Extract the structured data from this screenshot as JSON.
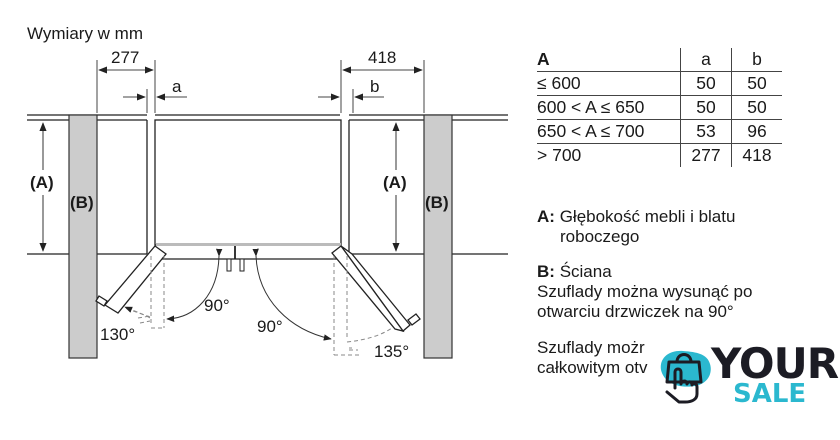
{
  "title": "Wymiary w mm",
  "diagram": {
    "dim_left_total": "277",
    "dim_left_gap": "a",
    "dim_right_total": "418",
    "dim_right_gap": "b",
    "depth_label_left": "(A)",
    "depth_label_right": "(A)",
    "wall_label_left": "(B)",
    "wall_label_right": "(B)",
    "angle_left_inner": "90°",
    "angle_left_outer": "130°",
    "angle_right_inner": "90°",
    "angle_right_outer": "135°",
    "colors": {
      "line": "#222222",
      "wall_fill": "#cccccc",
      "dashed": "#888888"
    }
  },
  "table": {
    "headers": [
      "A",
      "a",
      "b"
    ],
    "rows": [
      {
        "A": "≤ 600",
        "a": "50",
        "b": "50"
      },
      {
        "A": "600 < A ≤ 650",
        "a": "50",
        "b": "50"
      },
      {
        "A": "650 < A ≤ 700",
        "a": "53",
        "b": "96"
      },
      {
        "A": "> 700",
        "a": "277",
        "b": "418"
      }
    ]
  },
  "legend": {
    "A_key": "A:",
    "A_text_line1": "Głębokość mebli i blatu",
    "A_text_line2": "roboczego",
    "B_key": "B:",
    "B_text": "Ściana",
    "note1_line1": "Szuflady można wysunąć po",
    "note1_line2": "otwarciu drzwiczek na 90°",
    "note2_line1": "Szuflady możr",
    "note2_line2": "całkowitym otv"
  },
  "watermark": {
    "word1": "YOUR",
    "word2": "SALE",
    "icon": "shopping-bag-hand-icon",
    "colors": {
      "dark": "#1c1c24",
      "accent": "#2bb8cf"
    }
  }
}
